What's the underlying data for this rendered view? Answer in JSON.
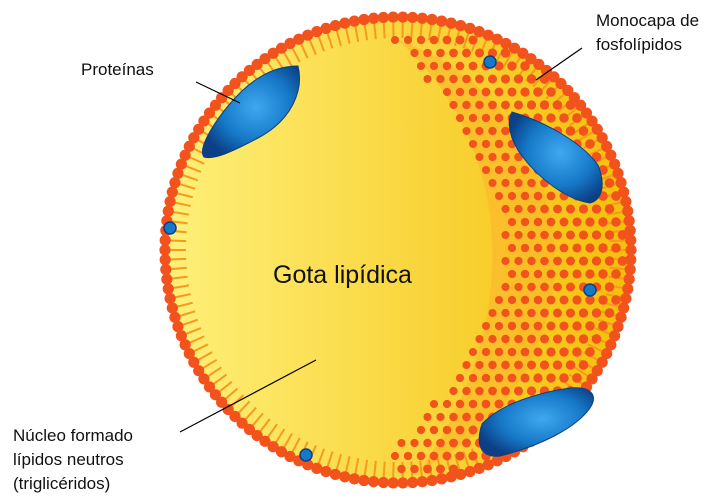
{
  "labels": {
    "center": "Gota lipídica",
    "proteins": "Proteínas",
    "monolayer": [
      "Monocapa de",
      "fosfolípidos"
    ],
    "core": [
      "Núcleo formado",
      "lípidos neutros",
      "(triglicéridos)"
    ]
  },
  "colors": {
    "core_light": "#fef07a",
    "core_dark": "#f5bf0a",
    "head": "#f2521c",
    "tail": "#f59a1e",
    "protein": "#1679c8",
    "protein_dark": "#0c3f86",
    "leader": "#000000"
  }
}
